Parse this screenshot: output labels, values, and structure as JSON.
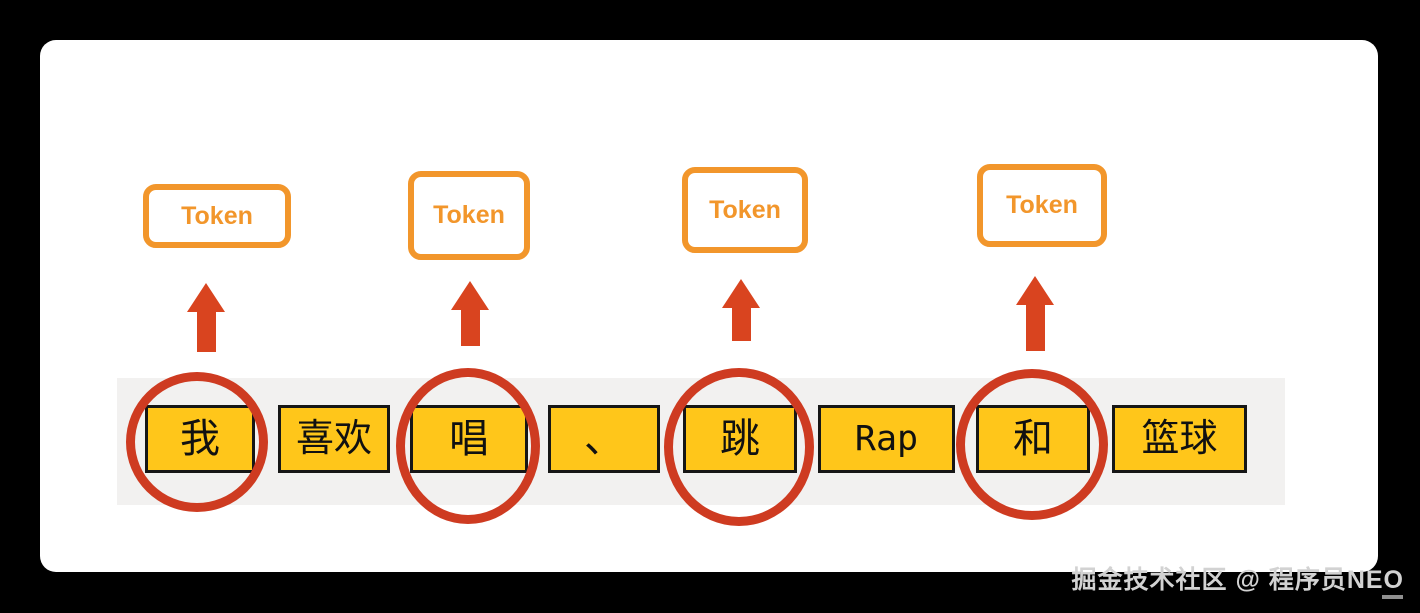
{
  "page": {
    "background": "#000000",
    "card_background": "#FFFFFF"
  },
  "diagram": {
    "token_boxes": [
      {
        "label": "Token"
      },
      {
        "label": "Token"
      },
      {
        "label": "Token"
      },
      {
        "label": "Token"
      }
    ],
    "tokens": [
      {
        "text": "我",
        "circled": true
      },
      {
        "text": "喜欢",
        "circled": false
      },
      {
        "text": "唱",
        "circled": true
      },
      {
        "text": "、",
        "circled": false
      },
      {
        "text": "跳",
        "circled": true
      },
      {
        "text": "Rap",
        "circled": false
      },
      {
        "text": "和",
        "circled": true
      },
      {
        "text": "篮球",
        "circled": false
      }
    ],
    "colors": {
      "token_box_border": "#F2962B",
      "token_label_text": "#F2962B",
      "arrow_red": "#D9441F",
      "circle_red": "#CE3B21",
      "word_box_fill": "#FFC61A",
      "word_box_border": "#161616",
      "strip_background": "#F2F1F0"
    }
  },
  "watermark": {
    "text": "掘金技术社区 @ 程序员NEO"
  }
}
